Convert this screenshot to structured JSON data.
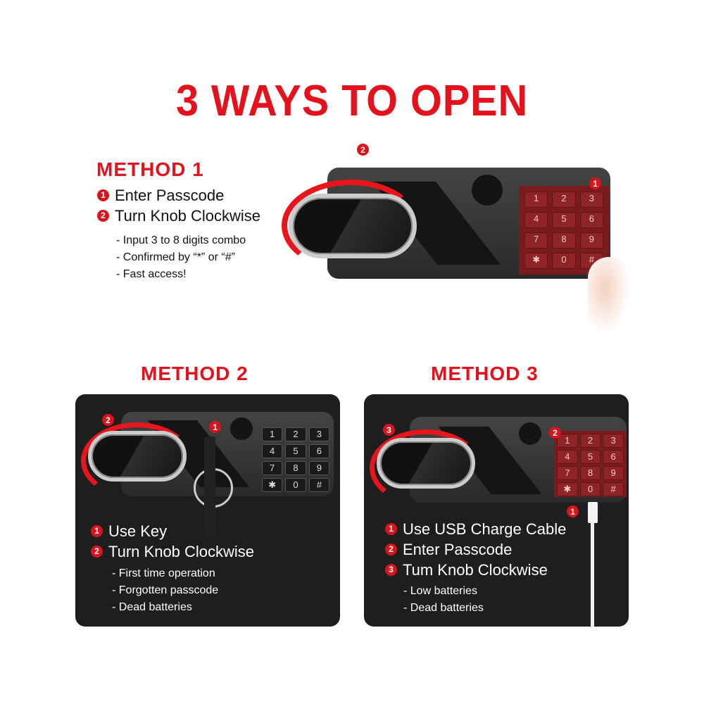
{
  "title": "3 WAYS TO OPEN",
  "method1": {
    "heading": "METHOD 1",
    "steps": [
      {
        "n": "1",
        "label": "Enter Passcode"
      },
      {
        "n": "2",
        "label": "Turn Knob Clockwise"
      }
    ],
    "notes": [
      "- Input 3 to 8 digits combo",
      "- Confirmed by “*” or “#”",
      "- Fast access!"
    ],
    "callouts": {
      "knob": "2",
      "keypad": "1"
    }
  },
  "method2": {
    "heading": "METHOD 2",
    "steps": [
      {
        "n": "1",
        "label": "Use Key"
      },
      {
        "n": "2",
        "label": "Turn Knob Clockwise"
      }
    ],
    "notes": [
      "- First time operation",
      "- Forgotten passcode",
      "- Dead batteries"
    ],
    "callouts": {
      "knob": "2",
      "key": "1"
    }
  },
  "method3": {
    "heading": "METHOD 3",
    "steps": [
      {
        "n": "1",
        "label": "Use USB Charge Cable"
      },
      {
        "n": "2",
        "label": "Enter Passcode"
      },
      {
        "n": "3",
        "label": "Tum Knob Clockwise"
      }
    ],
    "notes": [
      "- Low batteries",
      "- Dead batteries"
    ],
    "callouts": {
      "knob": "3",
      "keypad": "2",
      "usb": "1"
    }
  },
  "keypad_keys": [
    "1",
    "2",
    "3",
    "4",
    "5",
    "6",
    "7",
    "8",
    "9",
    "✱",
    "0",
    "#"
  ],
  "colors": {
    "accent": "#e3121c",
    "panel": "#1e1e1e",
    "keypad_red": "#8e2426"
  }
}
